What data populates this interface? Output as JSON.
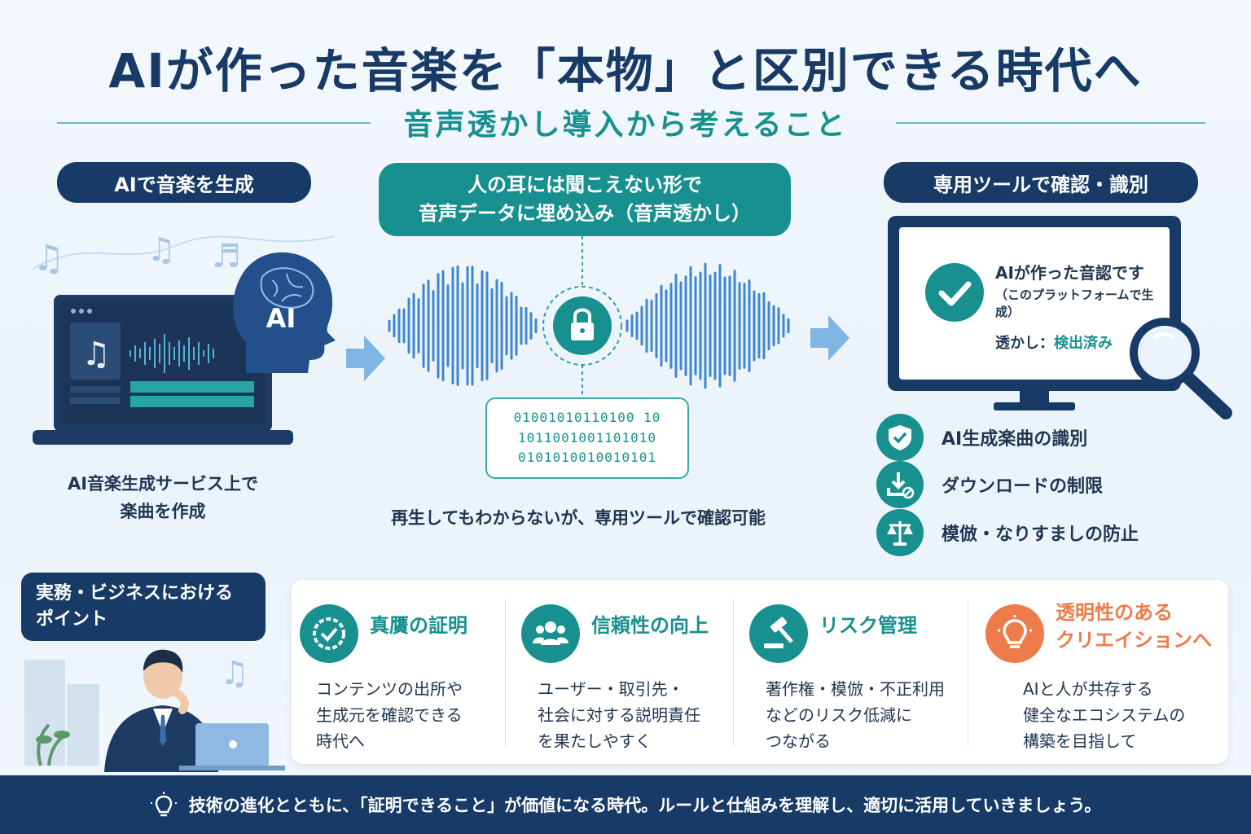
{
  "title": "AIが作った音楽を「本物」と区別できる時代へ",
  "subtitle": "音声透かし導入から考えること",
  "left": {
    "pill": "AIで音楽を生成",
    "ai_badge": "AI",
    "caption_line1": "AI音楽生成サービス上で",
    "caption_line2": "楽曲を作成"
  },
  "center": {
    "pill_line1": "人の耳には聞こえない形で",
    "pill_line2": "音声データに埋め込み（音声透かし）",
    "binary": [
      "01001010110100 10",
      "1011001001101010",
      "0101010010010101"
    ],
    "caption": "再生してもわからないが、専用ツールで確認可能"
  },
  "right": {
    "pill": "専用ツールで確認・識別",
    "monitor_main": "AIが作った音認です",
    "monitor_sub": "（このプラットフォームで生成）",
    "watermark_label": "透かし：",
    "watermark_value": "検出済み",
    "features": [
      {
        "icon": "shield-check-icon",
        "label": "AI生成楽曲の識別"
      },
      {
        "icon": "download-block-icon",
        "label": "ダウンロードの制限"
      },
      {
        "icon": "scales-icon",
        "label": "模倣・なりすましの防止"
      }
    ]
  },
  "business": {
    "pill_line1": "実務・ビジネスにおける",
    "pill_line2": "ポイント",
    "points": [
      {
        "icon": "badge-check-icon",
        "title": "真贋の証明",
        "body": [
          "コンテンツの出所や",
          "生成元を確認できる",
          "時代へ"
        ]
      },
      {
        "icon": "people-icon",
        "title": "信頼性の向上",
        "body": [
          "ユーザー・取引先・",
          "社会に対する説明責任",
          "を果たしやすく"
        ]
      },
      {
        "icon": "gavel-icon",
        "title": "リスク管理",
        "body": [
          "著作権・模倣・不正利用",
          "などのリスク低減に",
          "つながる"
        ]
      },
      {
        "icon": "lightbulb-icon",
        "title_line1": "透明性のある",
        "title_line2": "クリエイションへ",
        "body": [
          "AIと人が共存する",
          "健全なエコシステムの",
          "構築を目指して"
        ]
      }
    ]
  },
  "footer": "技術の進化とともに、「証明できること」が価値になる時代。ルールと仕組みを理解し、適切に活用していきましょう。",
  "colors": {
    "navy": "#173a66",
    "teal": "#17908f",
    "orange": "#ee7b4a",
    "wave": "#3f86d0"
  }
}
